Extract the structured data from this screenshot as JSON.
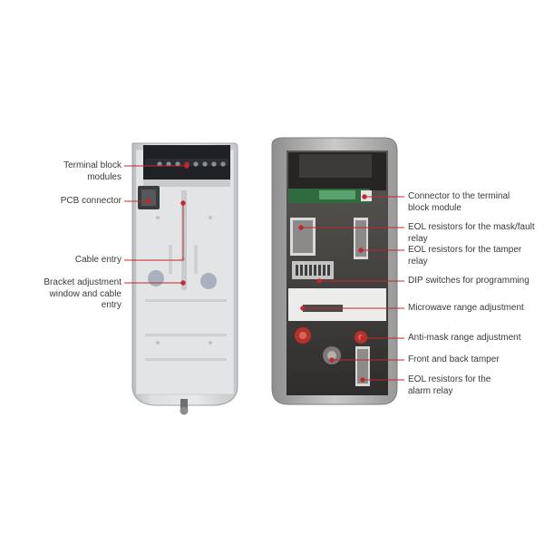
{
  "left_labels": [
    {
      "id": "terminal-block-modules",
      "lines": [
        "Terminal block",
        "modules"
      ]
    },
    {
      "id": "pcb-connector",
      "lines": [
        "PCB connector"
      ]
    },
    {
      "id": "cable-entry",
      "lines": [
        "Cable entry"
      ]
    },
    {
      "id": "bracket-adjustment",
      "lines": [
        "Bracket adjustment",
        "window and cable",
        "entry"
      ]
    }
  ],
  "right_labels": [
    {
      "id": "connector-terminal-block",
      "lines": [
        "Connector to the terminal",
        "block module"
      ]
    },
    {
      "id": "eol-mask-fault",
      "lines": [
        "EOL resistors for the mask/fault",
        "relay"
      ]
    },
    {
      "id": "eol-tamper",
      "lines": [
        "EOL resistors for the tamper",
        "relay"
      ]
    },
    {
      "id": "dip-switches",
      "lines": [
        "DIP switches for programming"
      ]
    },
    {
      "id": "microwave-range",
      "lines": [
        "Microwave range adjustment"
      ]
    },
    {
      "id": "anti-mask-range",
      "lines": [
        "Anti-mask range adjustment"
      ]
    },
    {
      "id": "front-back-tamper",
      "lines": [
        "Front and back tamper"
      ]
    },
    {
      "id": "eol-alarm",
      "lines": [
        "EOL resistors for the",
        "alarm relay"
      ]
    }
  ],
  "colors": {
    "leader_line": "#c0282d",
    "text": "#3a3a3a",
    "housing_light": "#d6d8db",
    "housing_dark": "#3b3a3a"
  }
}
